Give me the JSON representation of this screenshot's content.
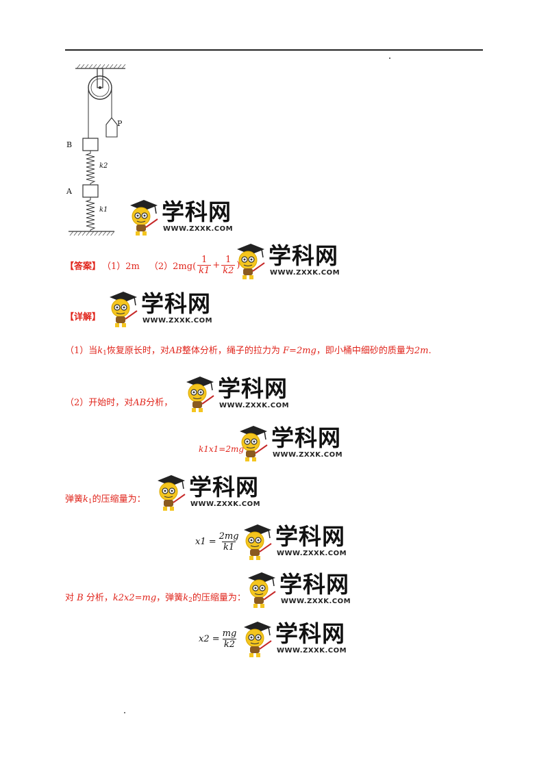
{
  "diagram": {
    "label_p": "P",
    "label_b": "B",
    "label_a": "A",
    "label_k2": "k2",
    "label_k1": "k1"
  },
  "logo": {
    "title": "学科网",
    "url": "WWW.ZXXK.COM"
  },
  "answer": {
    "tag": "【答案】",
    "part1": "（1）2m",
    "part2_prefix": "（2）2mg(",
    "part2_suffix": ")",
    "frac_num": "1",
    "frac_den_1": "k1",
    "frac_den_2": "k2",
    "plus": "+"
  },
  "detail": {
    "tag": "【详解】",
    "line1_a": "（1）当",
    "line1_k": "k",
    "line1_ksub": "1",
    "line1_b": "恢复原长时，对",
    "line1_ab": "AB",
    "line1_c": "整体分析，绳子的拉力为",
    "line1_f": "F=2mg",
    "line1_d": "，即小桶中细砂的质量为",
    "line1_m": "2m",
    "line1_e": ".",
    "line2_a": "（2）开始时，对",
    "line2_ab": "AB",
    "line2_b": "分析，",
    "eq1": "k1x1=2mg",
    "line3": "弹簧",
    "line3_k": "k",
    "line3_ksub": "1",
    "line3_b": "的压缩量为：",
    "eq2_lhs": "x1 =",
    "eq2_num": "2mg",
    "eq2_den": "k1",
    "line4_a": "对",
    "line4_b_letter": "B",
    "line4_b": "分析，",
    "line4_eq": "k2x2=mg",
    "line4_c": "，弹簧",
    "line4_k": "k",
    "line4_ksub": "2",
    "line4_d": "的压缩量为：",
    "eq3_lhs": "x2 =",
    "eq3_num": "mg",
    "eq3_den": "k2"
  }
}
